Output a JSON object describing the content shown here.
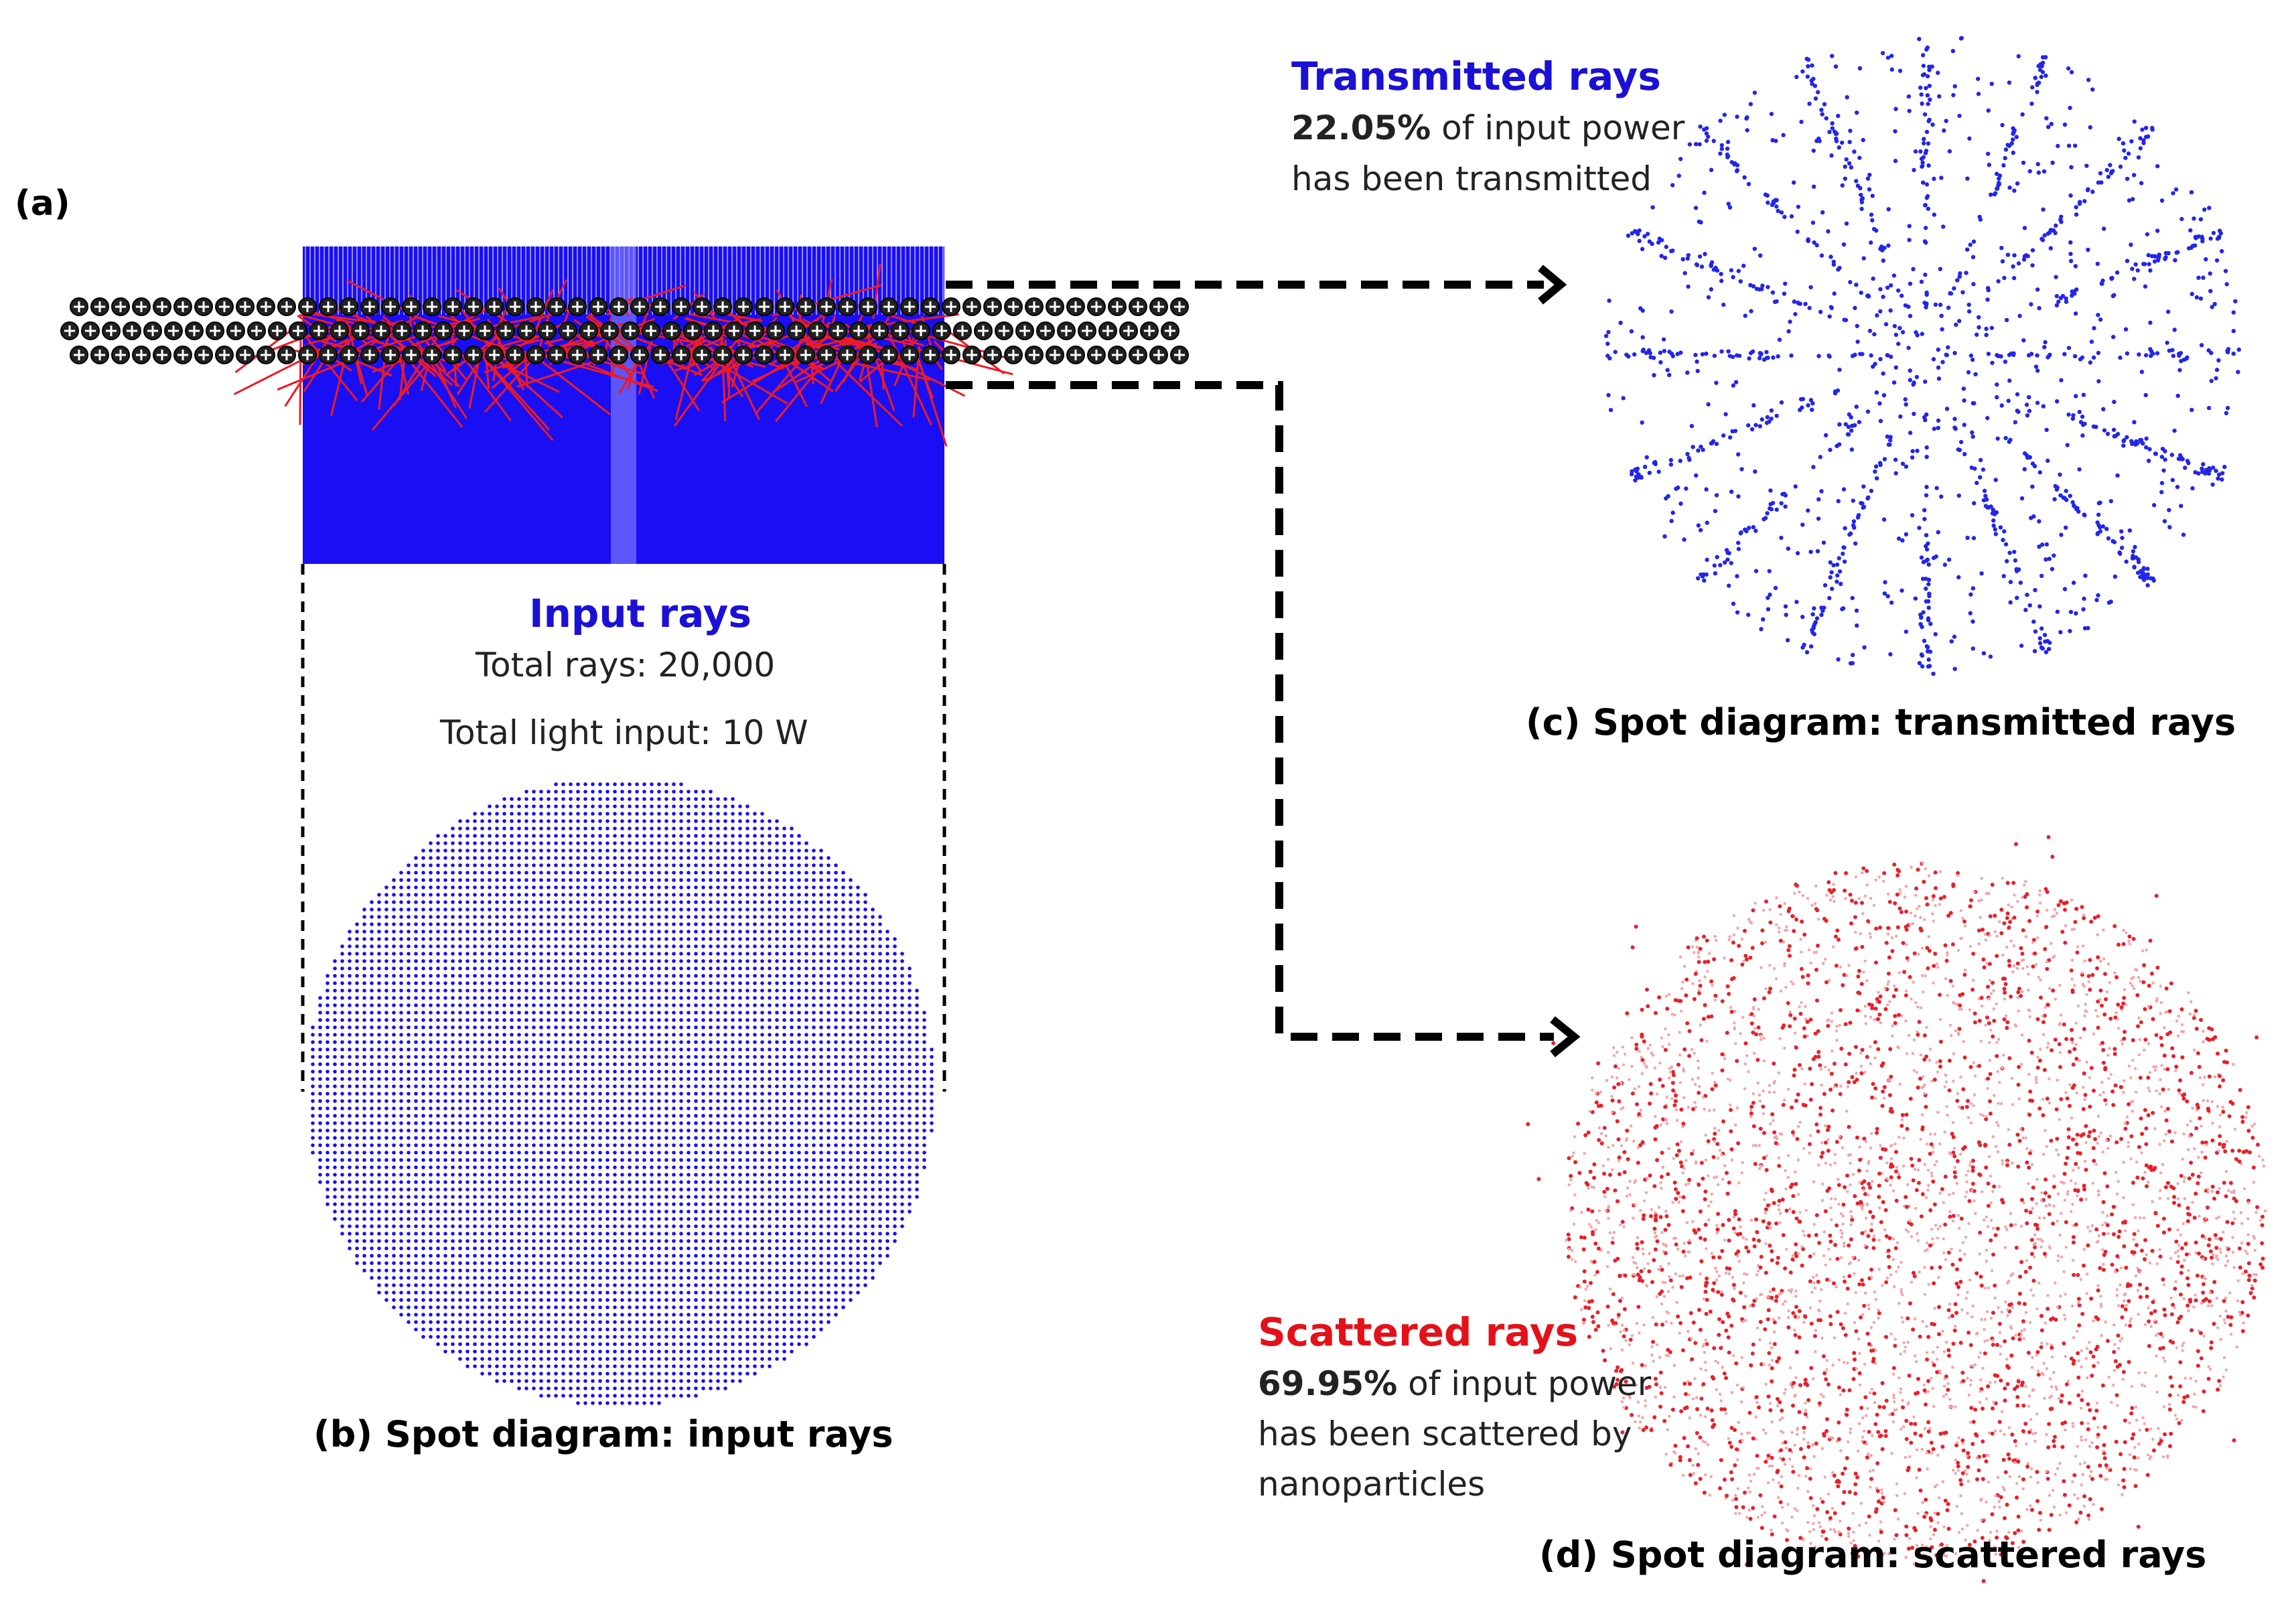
{
  "panel_a": {
    "label": "(a)"
  },
  "input": {
    "heading": "Input rays",
    "total_rays": "Total rays: 20,000",
    "total_light": "Total light input: 10 W"
  },
  "transmitted": {
    "heading": "Transmitted rays",
    "percent": "22.05%",
    "line1_rest": " of input power",
    "line2": "has been transmitted"
  },
  "scattered": {
    "heading": "Scattered rays",
    "percent": "69.95%",
    "line1_rest": " of input power",
    "line2": "has been scattered by",
    "line3": "nanoparticles"
  },
  "captions": {
    "b": "(b) Spot diagram: input rays",
    "c": "(c) Spot diagram: transmitted rays",
    "d": "(d) Spot diagram: scattered rays"
  },
  "colors": {
    "input_blue": "#1a0ff2",
    "transmitted_blue": "#2326e8",
    "scattered_red": "#e8202a",
    "particle_dark": "#333333"
  },
  "icons": [
    "nanoparticle-icon",
    "arrow-right-icon"
  ]
}
